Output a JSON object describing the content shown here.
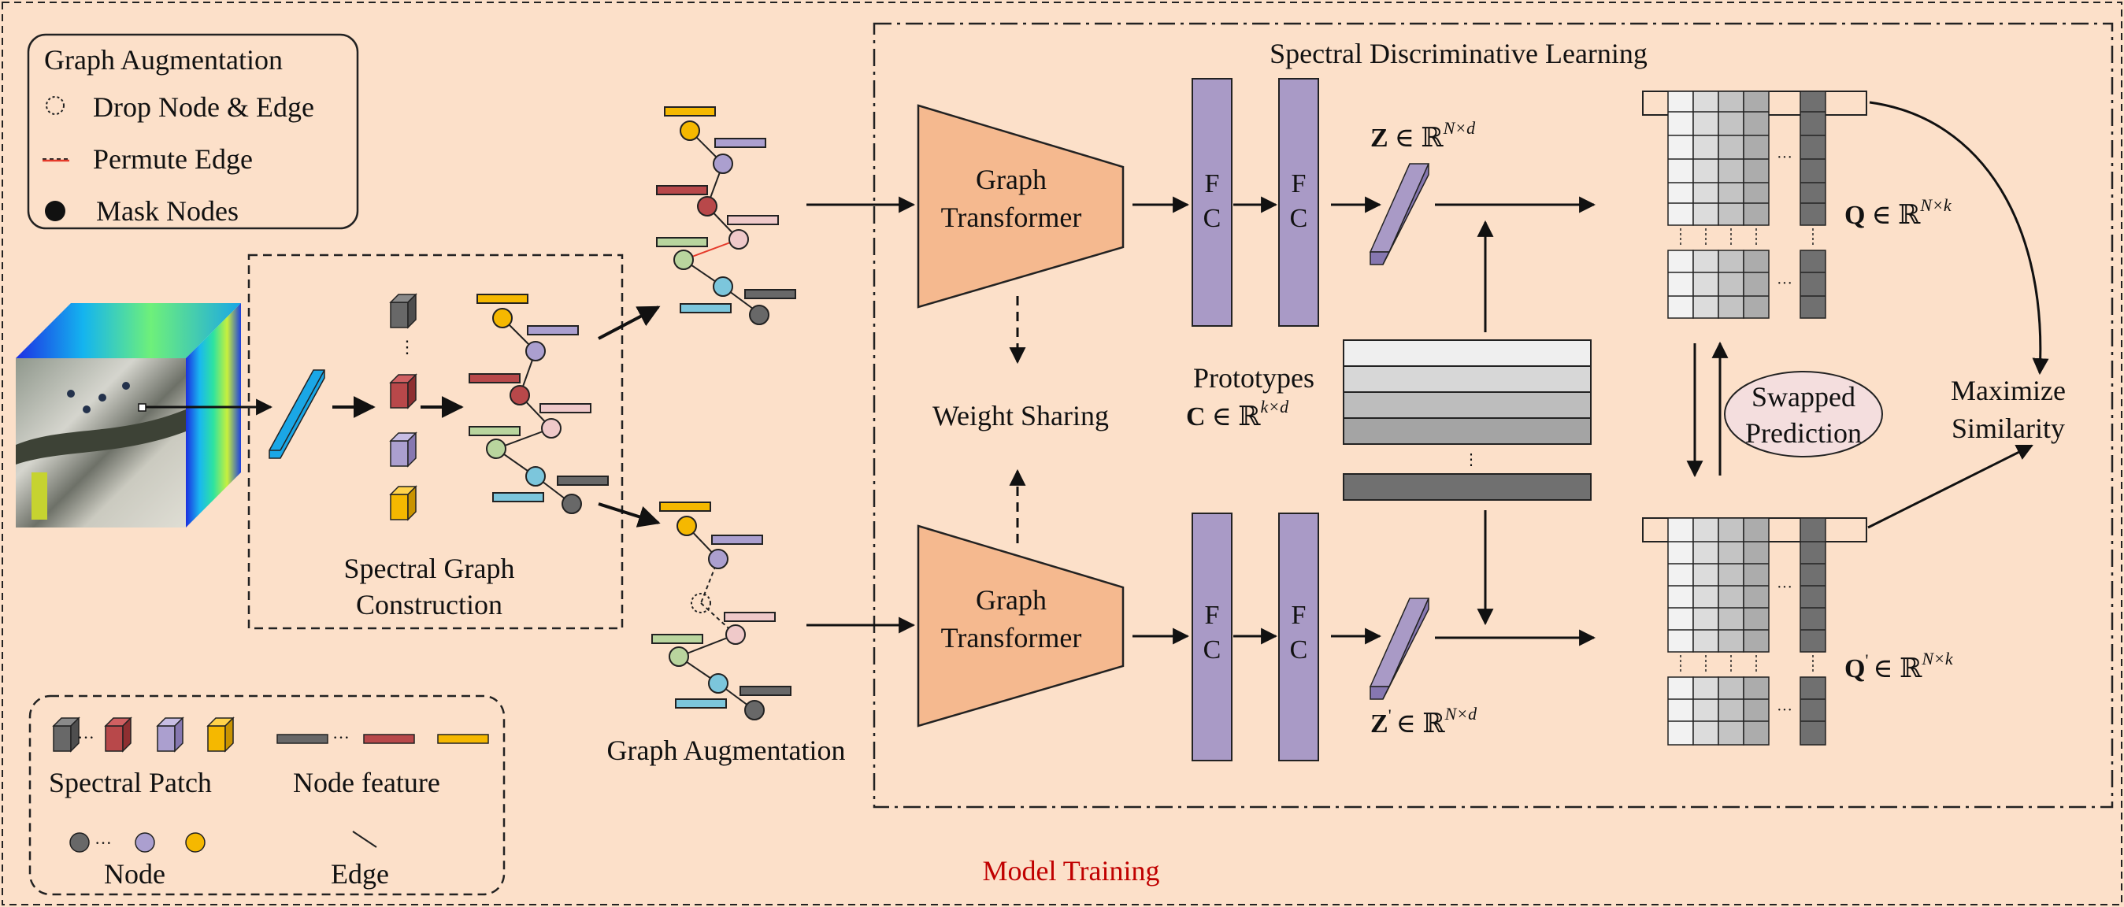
{
  "legend": {
    "title": "Graph Augmentation",
    "items": [
      "Drop Node & Edge",
      "Permute Edge",
      "Mask Nodes"
    ]
  },
  "key": {
    "spectral_patch": "Spectral Patch",
    "node_feature": "Node feature",
    "node": "Node",
    "edge": "Edge"
  },
  "construction": {
    "line1": "Spectral Graph",
    "line2": "Construction"
  },
  "augmentation_label": "Graph Augmentation",
  "section_title": "Spectral Discriminative Learning",
  "transformer": {
    "line1": "Graph",
    "line2": "Transformer"
  },
  "weight_sharing": "Weight Sharing",
  "fc": {
    "f": "F",
    "c": "C"
  },
  "z_top": {
    "var": "Z",
    "rest": "∈ ℝ",
    "sup": "N×d"
  },
  "z_bottom": {
    "var": "Z",
    "prime": "'",
    "rest": "∈ ℝ",
    "sup": "N×d"
  },
  "prototypes": {
    "label": "Prototypes",
    "var": "C",
    "rest": "∈ ℝ",
    "sup": "k×d"
  },
  "q_top": {
    "var": "Q",
    "rest": "∈ ℝ",
    "sup": "N×k"
  },
  "q_bottom": {
    "var": "Q",
    "prime": "'",
    "rest": "∈ ℝ",
    "sup": "N×k"
  },
  "swapped": {
    "line1": "Swapped",
    "line2": "Prediction"
  },
  "maximize": {
    "line1": "Maximize",
    "line2": "Similarity"
  },
  "footer": "Model Training",
  "colors": {
    "background": "#fce0c9",
    "transformer": "#f5b98f",
    "fc": "#a99ac6",
    "patch_blue": "#1aa7e6",
    "node_yellow": "#f5b800",
    "node_purple": "#ab9fcf",
    "node_red": "#b8484a",
    "node_pink": "#efc9c9",
    "node_green": "#b9d59e",
    "node_cyan": "#7cc6dc",
    "node_gray": "#686868",
    "footer_red": "#c00000",
    "permute_red": "#e53a2a"
  }
}
